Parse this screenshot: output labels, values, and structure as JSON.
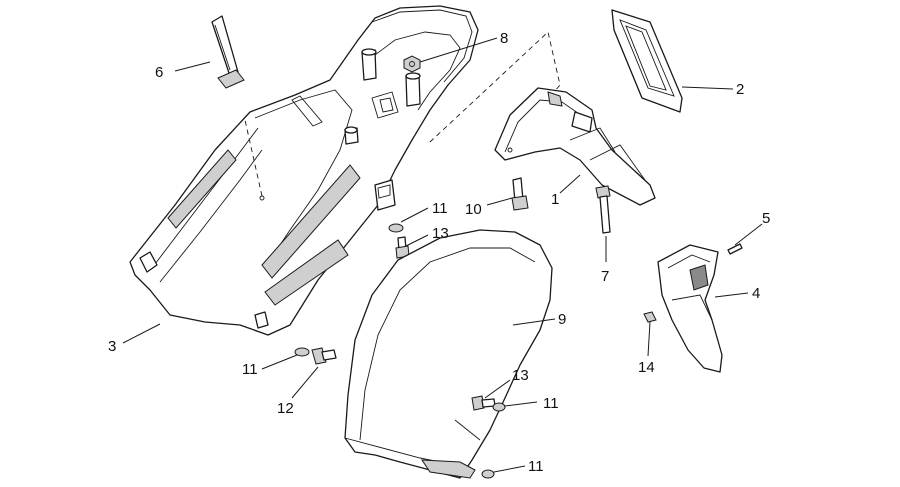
{
  "callouts": [
    {
      "id": "c1",
      "text": "1"
    },
    {
      "id": "c2",
      "text": "2"
    },
    {
      "id": "c3",
      "text": "3"
    },
    {
      "id": "c4",
      "text": "4"
    },
    {
      "id": "c5",
      "text": "5"
    },
    {
      "id": "c6",
      "text": "6"
    },
    {
      "id": "c7",
      "text": "7"
    },
    {
      "id": "c8",
      "text": "8"
    },
    {
      "id": "c9",
      "text": "9"
    },
    {
      "id": "c10",
      "text": "10"
    },
    {
      "id": "c11a",
      "text": "11"
    },
    {
      "id": "c11b",
      "text": "11"
    },
    {
      "id": "c11c",
      "text": "11"
    },
    {
      "id": "c11d",
      "text": "11"
    },
    {
      "id": "c12",
      "text": "12"
    },
    {
      "id": "c13a",
      "text": "13"
    },
    {
      "id": "c13b",
      "text": "13"
    },
    {
      "id": "c14",
      "text": "14"
    }
  ]
}
